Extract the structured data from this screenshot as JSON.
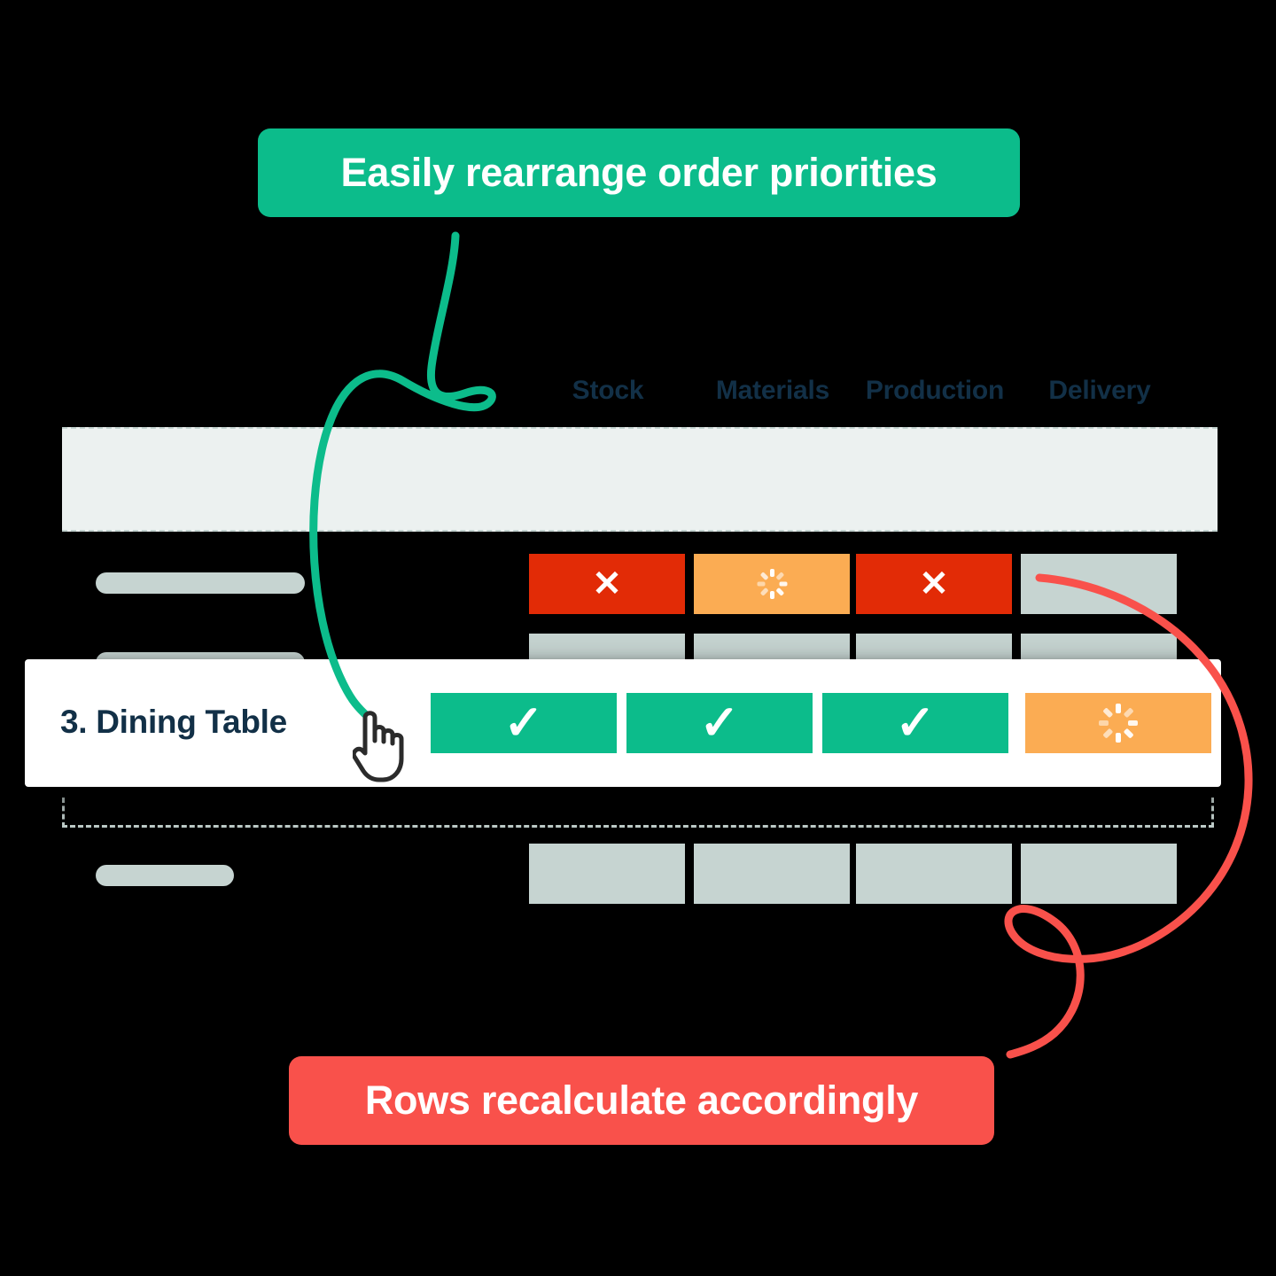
{
  "callouts": {
    "top": {
      "label": "Easily rearrange order priorities",
      "color": "#0CBC8B"
    },
    "bottom": {
      "label": "Rows recalculate accordingly",
      "color": "#F9514B"
    }
  },
  "table": {
    "columns": [
      {
        "label": "Stock"
      },
      {
        "label": "Materials"
      },
      {
        "label": "Production"
      },
      {
        "label": "Delivery"
      }
    ],
    "rows": [
      {
        "name": "",
        "kind": "band",
        "cells": []
      },
      {
        "name": "",
        "kind": "normal",
        "cells": [
          {
            "status": "blocked",
            "icon": "x-icon",
            "color": "#E22B06"
          },
          {
            "status": "in-progress",
            "icon": "spinner-icon",
            "color": "#FBAC53"
          },
          {
            "status": "blocked",
            "icon": "x-icon",
            "color": "#E22B06"
          },
          {
            "status": "empty",
            "icon": "",
            "color": "#C6D4D1"
          }
        ]
      },
      {
        "name": "",
        "kind": "normal",
        "cells": [
          {
            "status": "empty",
            "icon": "",
            "color": "#C6D4D1"
          },
          {
            "status": "empty",
            "icon": "",
            "color": "#C6D4D1"
          },
          {
            "status": "empty",
            "icon": "",
            "color": "#C6D4D1"
          },
          {
            "status": "empty",
            "icon": "",
            "color": "#C6D4D1"
          }
        ]
      },
      {
        "name": "3. Dining Table",
        "kind": "dragging",
        "cells": [
          {
            "status": "done",
            "icon": "check-icon",
            "color": "#0CBC8B"
          },
          {
            "status": "done",
            "icon": "check-icon",
            "color": "#0CBC8B"
          },
          {
            "status": "done",
            "icon": "check-icon",
            "color": "#0CBC8B"
          },
          {
            "status": "in-progress",
            "icon": "spinner-icon",
            "color": "#FBAC53"
          }
        ]
      },
      {
        "name": "",
        "kind": "normal",
        "cells": [
          {
            "status": "empty",
            "icon": "",
            "color": "#C6D4D1"
          },
          {
            "status": "empty",
            "icon": "",
            "color": "#C6D4D1"
          },
          {
            "status": "empty",
            "icon": "",
            "color": "#C6D4D1"
          },
          {
            "status": "empty",
            "icon": "",
            "color": "#C6D4D1"
          }
        ]
      }
    ],
    "dragged_row_label": "3. Dining Table",
    "skeleton_bar_count": 3
  },
  "colors": {
    "accent_green": "#0CBC8B",
    "accent_red": "#F9514B",
    "status_blocked": "#E22B06",
    "status_pending": "#FBAC53",
    "status_empty": "#C6D4D1",
    "header_text": "#123047",
    "band": "#ECF1F0",
    "background": "#000000"
  },
  "cursor": {
    "icon": "pointing-hand-cursor"
  }
}
